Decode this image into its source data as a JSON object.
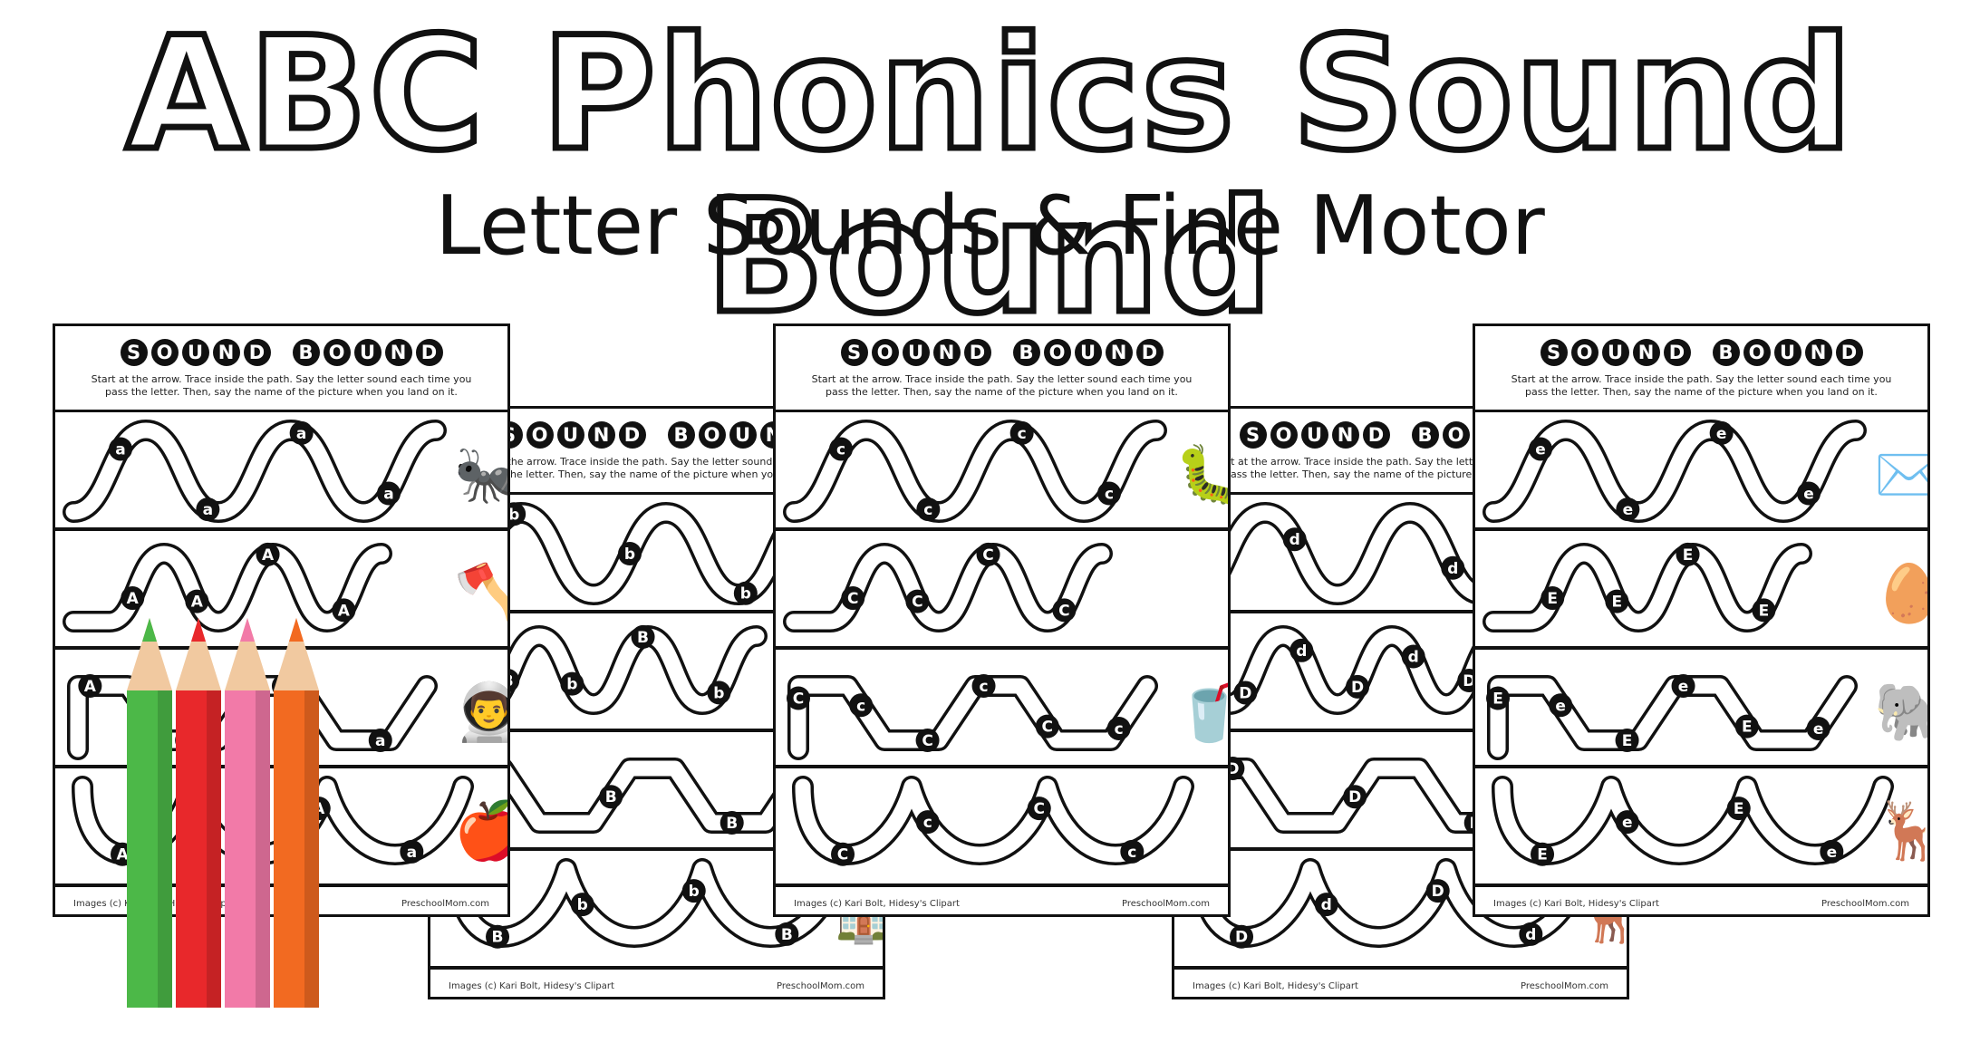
{
  "banner": {
    "title": "ABC Phonics Sound Bound",
    "subtitle": "Letter Sounds & Fine Motor"
  },
  "worksheet": {
    "header_letters": [
      "S",
      "O",
      "U",
      "N",
      "D",
      "",
      "B",
      "O",
      "U",
      "N",
      "D"
    ],
    "instructions": "Start at the arrow. Trace inside the path. Say the letter sound each time you pass the letter. Then, say the name of the picture when you land on it.",
    "credit": "Images (c) Kari Bolt, Hidesy's Clipart",
    "site": "PreschoolMom.com"
  },
  "sheets": [
    {
      "name": "sheet-a",
      "rows": [
        {
          "labels": [
            "a",
            "a",
            "a",
            "a"
          ],
          "picture": "ant"
        },
        {
          "labels": [
            "A",
            "A",
            "A",
            "A"
          ],
          "picture": "axe"
        },
        {
          "labels": [
            "A",
            "a",
            "A",
            "a"
          ],
          "picture": "astronaut"
        },
        {
          "labels": [
            "A",
            "a",
            "A",
            "a"
          ],
          "picture": "apple"
        }
      ]
    },
    {
      "name": "sheet-b",
      "rows": [
        {
          "labels": [
            "b",
            "b",
            "b"
          ],
          "picture": ""
        },
        {
          "labels": [
            "B",
            "b",
            "B",
            "b"
          ],
          "picture": ""
        },
        {
          "labels": [
            "B",
            "B",
            "B"
          ],
          "picture": ""
        },
        {
          "labels": [
            "B",
            "b",
            "b",
            "B"
          ],
          "picture": "barn"
        }
      ]
    },
    {
      "name": "sheet-c",
      "rows": [
        {
          "labels": [
            "c",
            "c",
            "c",
            "c"
          ],
          "picture": "caterpillar"
        },
        {
          "labels": [
            "C",
            "C",
            "C",
            "C"
          ],
          "picture": ""
        },
        {
          "labels": [
            "C",
            "c",
            "C",
            "c",
            "C",
            "c"
          ],
          "picture": "cup"
        },
        {
          "labels": [
            "C",
            "c",
            "C",
            "c"
          ],
          "picture": ""
        }
      ]
    },
    {
      "name": "sheet-d",
      "rows": [
        {
          "labels": [
            "d",
            "d"
          ],
          "picture": ""
        },
        {
          "labels": [
            "D",
            "d",
            "D",
            "d",
            "D"
          ],
          "picture": ""
        },
        {
          "labels": [
            "D",
            "D",
            "D"
          ],
          "picture": ""
        },
        {
          "labels": [
            "D",
            "d",
            "D",
            "d"
          ],
          "picture": "deer"
        }
      ]
    },
    {
      "name": "sheet-e",
      "rows": [
        {
          "labels": [
            "e",
            "e",
            "e",
            "e"
          ],
          "picture": "envelope"
        },
        {
          "labels": [
            "E",
            "E",
            "E",
            "E"
          ],
          "picture": "egg"
        },
        {
          "labels": [
            "E",
            "e",
            "E",
            "e",
            "E",
            "e"
          ],
          "picture": "elephant"
        },
        {
          "labels": [
            "E",
            "e",
            "E",
            "e"
          ],
          "picture": "deer"
        }
      ]
    }
  ],
  "pencil_colors": [
    "#4cb848",
    "#e8282b",
    "#f27aa8",
    "#f26a21"
  ]
}
